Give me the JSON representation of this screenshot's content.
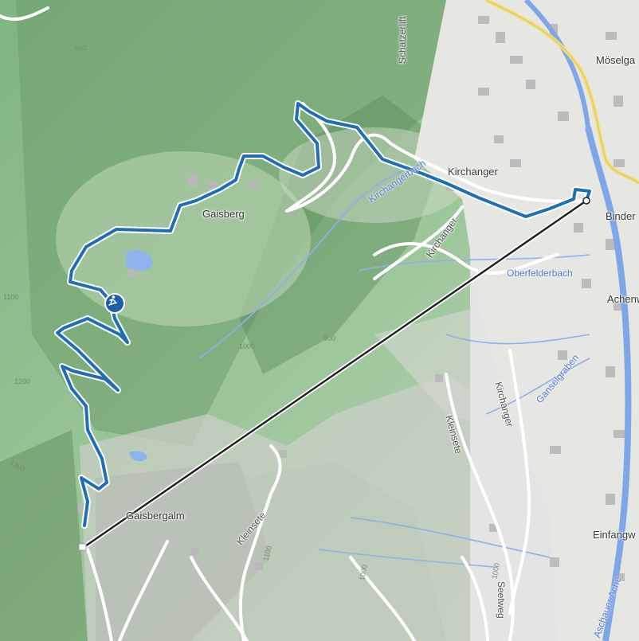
{
  "map": {
    "place_labels": {
      "gaisberg": "Gaisberg",
      "kirchanger": "Kirchanger",
      "gaisbergalm": "Gaisbergalm",
      "binder": "Binder",
      "moselga": "Möselga",
      "achenw": "Achenw",
      "einfangw": "Einfangw"
    },
    "road_labels": {
      "schatzerlift": "Schatzerlift",
      "kirchanger_road": "Kirchanger",
      "kirchanger_road_2": "Kirchanger",
      "kleinsete_1": "Kleinsete",
      "kleinsete_2": "Kleinsete",
      "seetweg": "Seetweg"
    },
    "water_labels": {
      "kirchangerbach": "Kirchangerbach",
      "oberfelderbach": "Oberfelderbach",
      "ganselgraben": "Ganselgraben",
      "aschauer_ache": "Aschauer Ache"
    },
    "contour_labels": {
      "c900": "900",
      "c1000_a": "1000",
      "c1100_a": "1100",
      "c1200": "1200",
      "c1300": "1300",
      "c1000_b": "1000",
      "c1100_b": "1100",
      "c1000_c": "1000",
      "c900_b": "900"
    },
    "markers": {
      "poi": {
        "icon": "ski-touring-icon"
      }
    },
    "colors": {
      "route": "#1f6fb2",
      "route_outline": "#ffffff",
      "straight_line": "#222222",
      "water": "#5b8fe0",
      "road_major": "#f2df7a"
    }
  }
}
